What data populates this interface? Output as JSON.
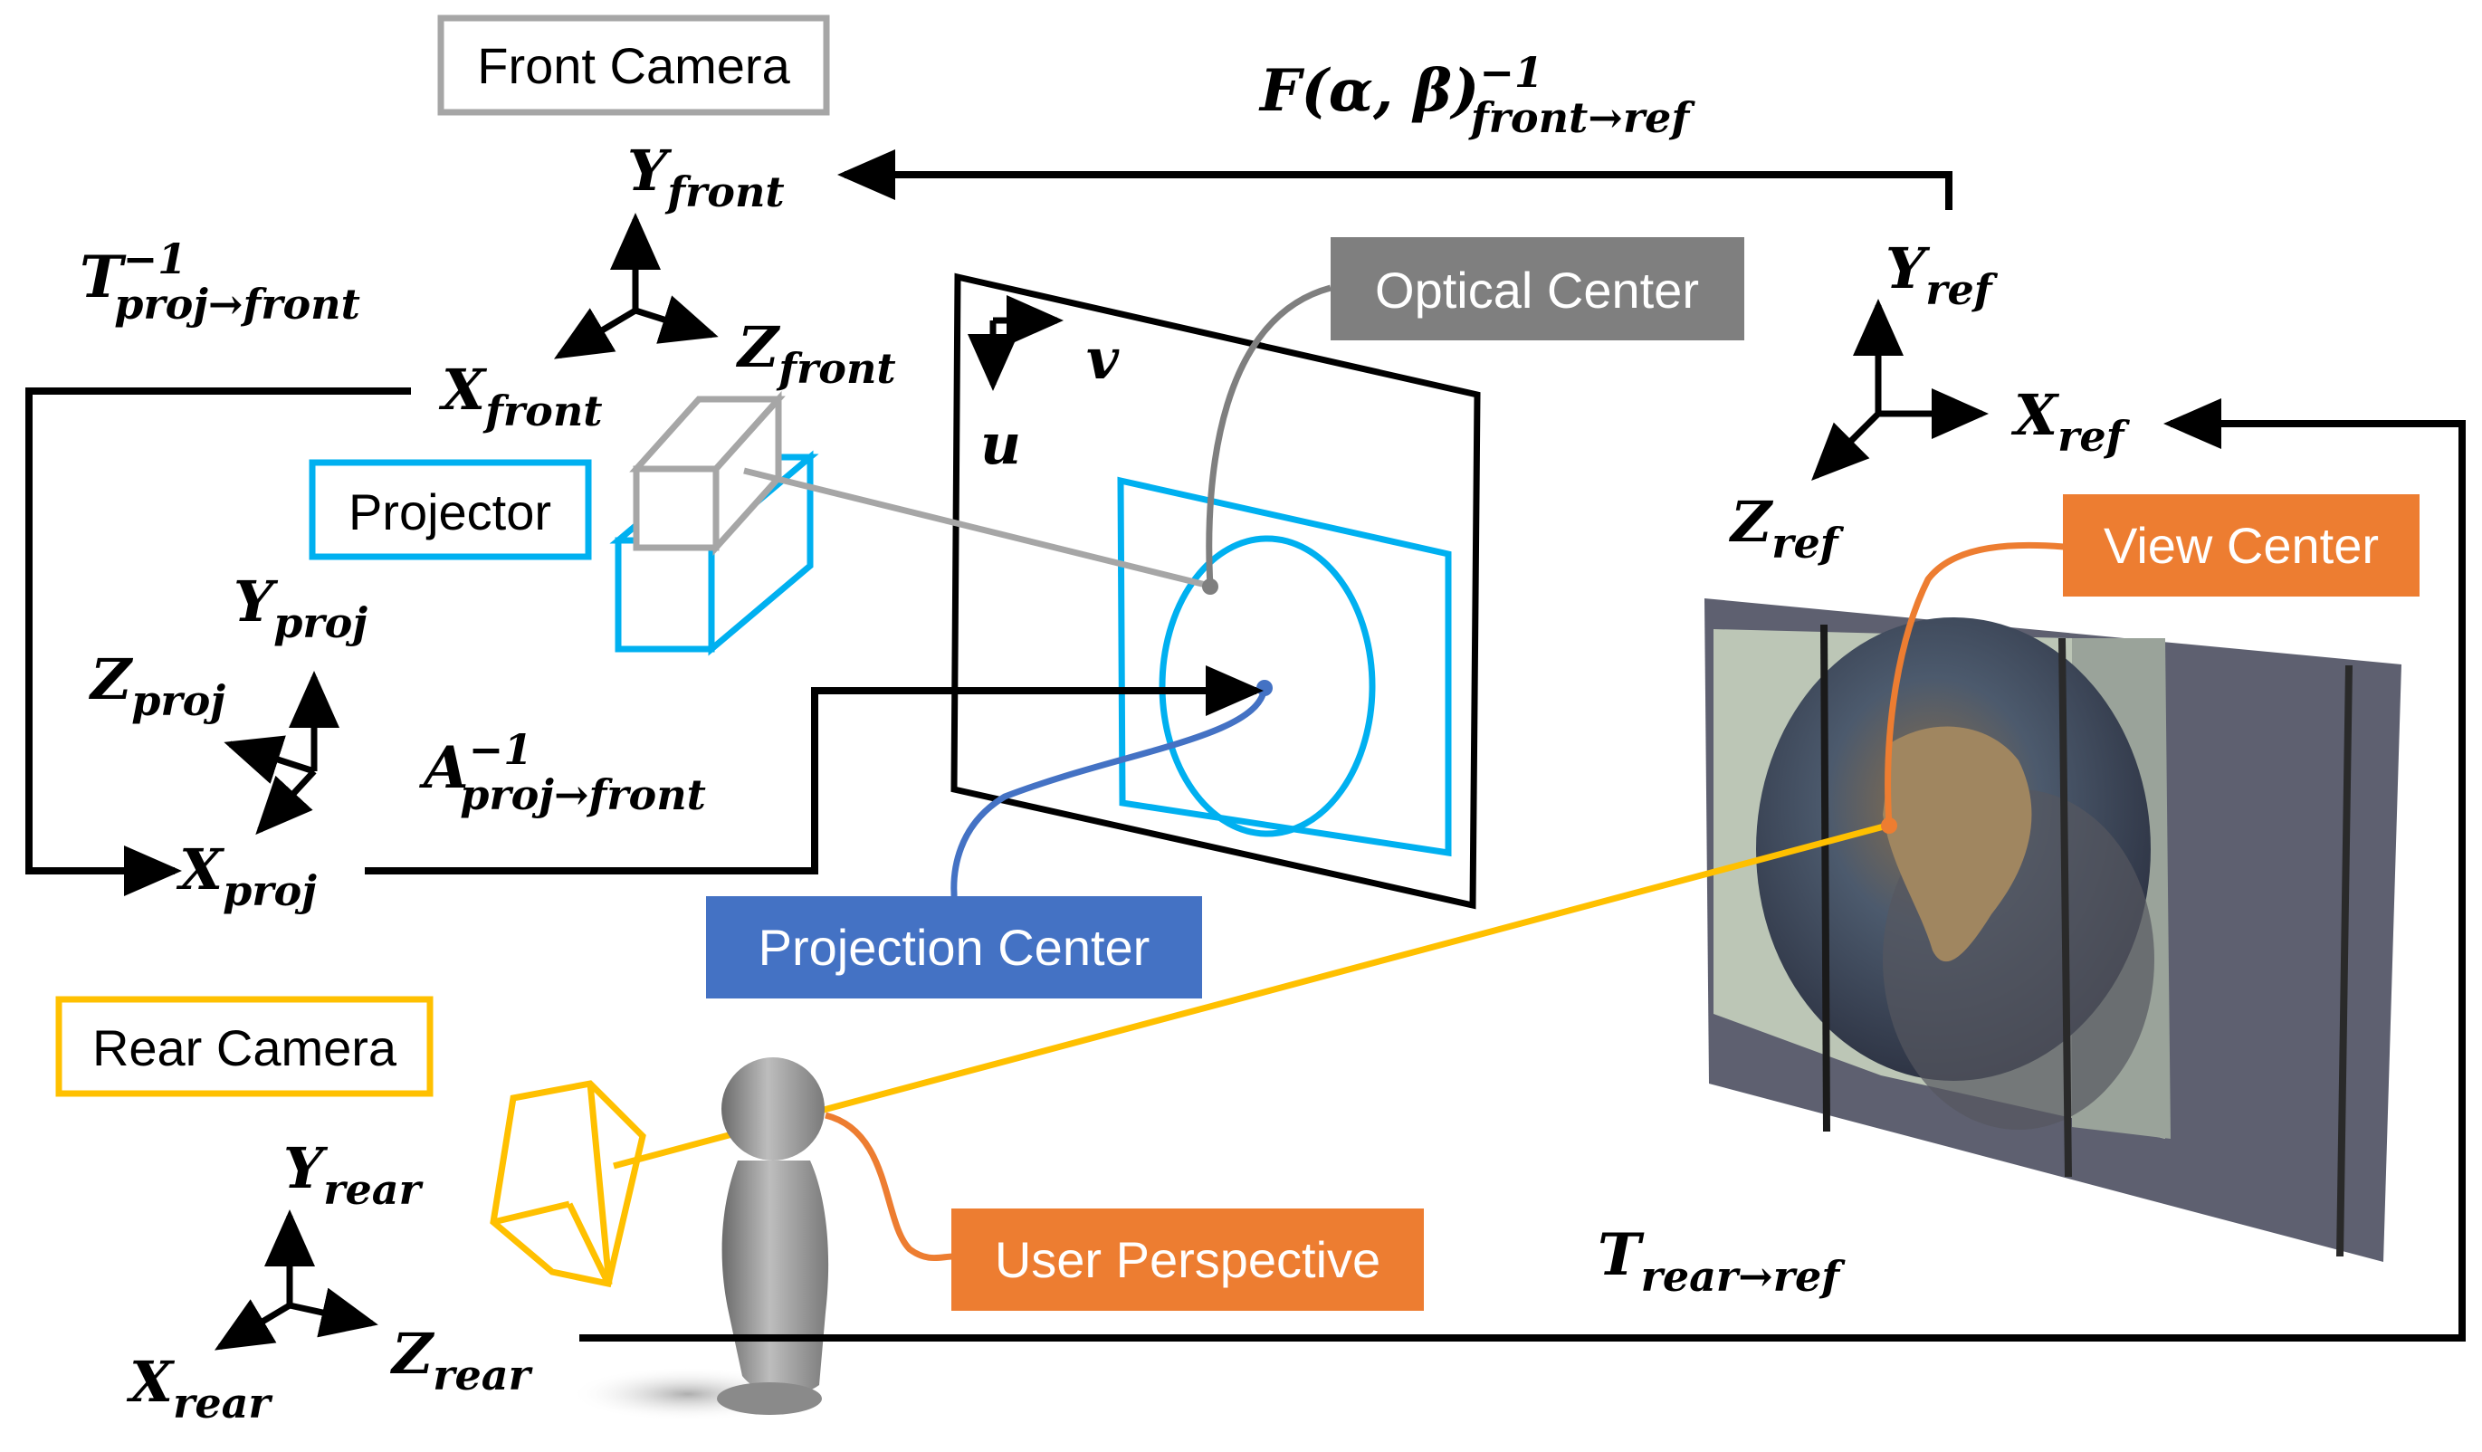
{
  "labels": {
    "front_camera": "Front Camera",
    "projector": "Projector",
    "rear_camera": "Rear Camera",
    "optical_center": "Optical Center",
    "projection_center": "Projection Center",
    "view_center": "View Center",
    "user_perspective": "User Perspective"
  },
  "axes": {
    "front": {
      "y": "Y",
      "y_sub": "front",
      "x": "X",
      "x_sub": "front",
      "z": "Z",
      "z_sub": "front"
    },
    "ref": {
      "y": "Y",
      "y_sub": "ref",
      "x": "X",
      "x_sub": "ref",
      "z": "Z",
      "z_sub": "ref"
    },
    "proj": {
      "y": "Y",
      "y_sub": "proj",
      "x": "X",
      "x_sub": "proj",
      "z": "Z",
      "z_sub": "proj"
    },
    "rear": {
      "y": "Y",
      "y_sub": "rear",
      "x": "X",
      "x_sub": "rear",
      "z": "Z",
      "z_sub": "rear"
    },
    "image_plane": {
      "u": "u",
      "v": "v"
    }
  },
  "transforms": {
    "f": {
      "base": "F(α, β)",
      "sup": "−1",
      "sub": "front→ref"
    },
    "t_proj_front": {
      "base": "T",
      "sup": "−1",
      "sub": "proj→front"
    },
    "a_proj_front": {
      "base": "A",
      "sup": "−1",
      "sub": "proj→front"
    },
    "t_rear_ref": {
      "base": "T",
      "sub": "rear→ref"
    }
  },
  "colors": {
    "black": "#000000",
    "gray": "#a6a6a6",
    "dark_gray": "#7f7f7f",
    "cyan": "#00b0f0",
    "blue": "#4472c4",
    "orange": "#ed7d31",
    "yellow": "#ffc000"
  }
}
